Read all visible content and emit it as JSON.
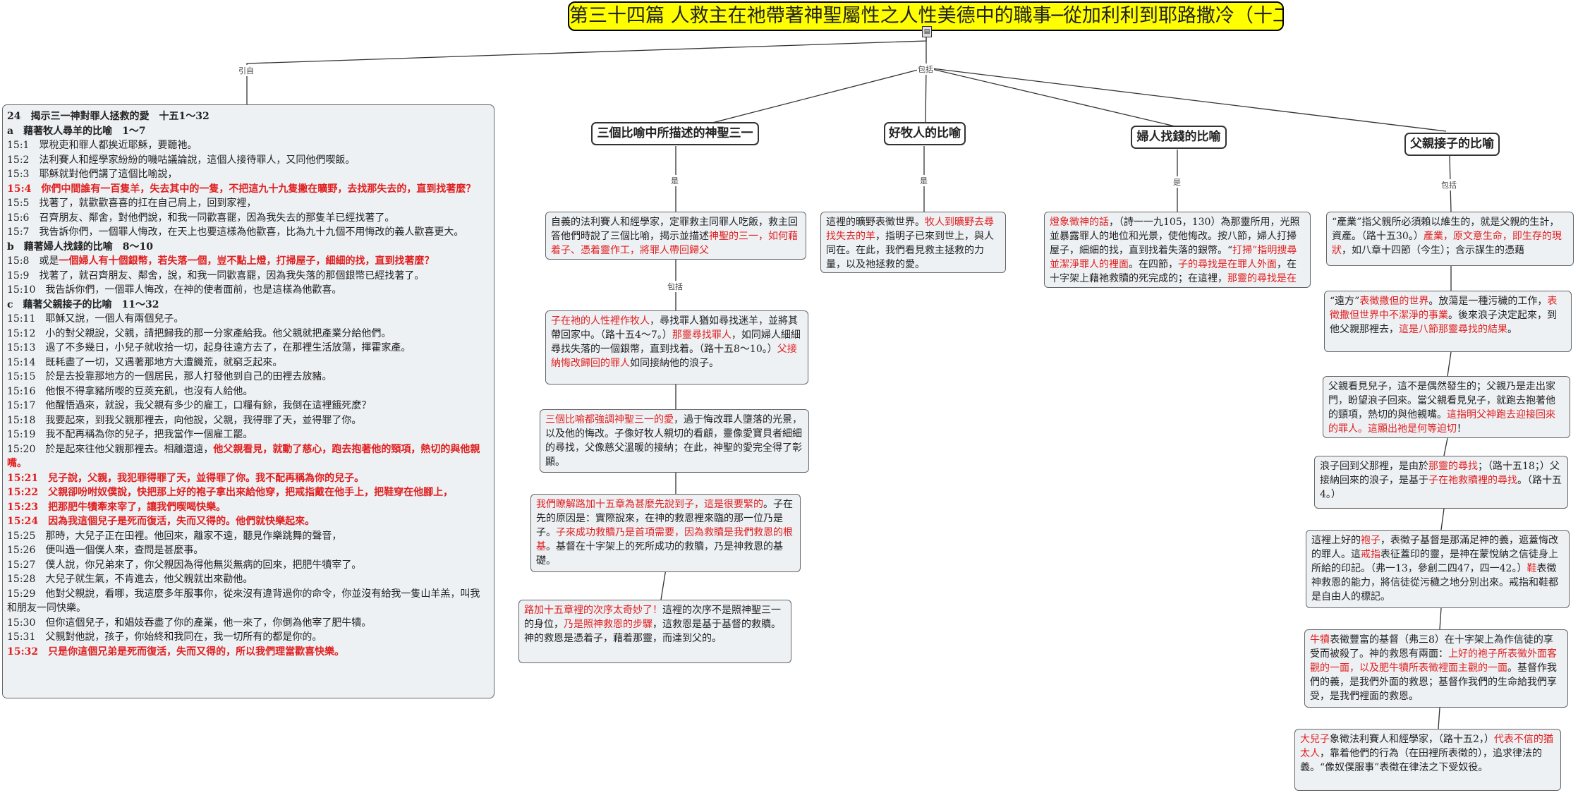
{
  "title": "第三十四篇 人救主在祂帶著神聖屬性之人性美德中的職事─從加利利到耶路撒冷（十二）",
  "labels": {
    "quote": "引自",
    "include": "包括",
    "is1": "是",
    "is2": "是",
    "is3": "是",
    "include2": "包括",
    "include3": "包括"
  },
  "categories": [
    "三個比喻中所描述的神聖三一",
    "好牧人的比喻",
    "婦人找錢的比喻",
    "父親接子的比喻"
  ],
  "scripture": {
    "heading": "24　揭示三一神對罪人拯救的愛　十五1～32",
    "lines": [
      {
        "t": "a　藉著牧人尋羊的比喻　1～7",
        "s": "b"
      },
      {
        "t": "15:1　眾稅吏和罪人都挨近耶穌，要聽祂。",
        "s": ""
      },
      {
        "t": "15:2　法利賽人和經學家紛紛的嘰咕議論說，這個人接待罪人，又同他們喫飯。",
        "s": ""
      },
      {
        "t": "15:3　耶穌就對他們講了這個比喻說，",
        "s": ""
      },
      {
        "t": "15:4　你們中間誰有一百隻羊，失去其中的一隻，不把這九十九隻撇在曠野，去找那失去的，直到找著麼？",
        "s": "rb"
      },
      {
        "t": "15:5　找著了，就歡歡喜喜的扛在自己肩上，回到家裡，",
        "s": ""
      },
      {
        "t": "15:6　召齊朋友、鄰舍，對他們說，和我一同歡喜罷，因為我失去的那隻羊已經找著了。",
        "s": ""
      },
      {
        "t": "15:7　我告訴你們，一個罪人悔改，在天上也要這樣為他歡喜，比為九十九個不用悔改的義人歡喜更大。",
        "s": ""
      },
      {
        "t": "b　藉著婦人找錢的比喻　8～10",
        "s": "b"
      },
      {
        "t": "15:8　或是一個婦人有十個銀幣，若失落一個，豈不點上燈，打掃屋子，細細的找，直到找著麼？",
        "s": "rbm"
      },
      {
        "t": "15:9　找著了，就召齊朋友、鄰舍，說，和我一同歡喜罷，因為我失落的那個銀幣已經找著了。",
        "s": ""
      },
      {
        "t": "15:10　我告訴你們，一個罪人悔改，在神的使者面前，也是這樣為他歡喜。",
        "s": ""
      },
      {
        "t": "c　藉著父親接子的比喻　11～32",
        "s": "b"
      },
      {
        "t": "15:11　耶穌又說，一個人有兩個兒子。",
        "s": ""
      },
      {
        "t": "15:12　小的對父親說，父親，請把歸我的那一分家產給我。他父親就把產業分給他們。",
        "s": ""
      },
      {
        "t": "15:13　過了不多幾日，小兒子就收拾一切，起身往遠方去了，在那裡生活放蕩，揮霍家產。",
        "s": ""
      },
      {
        "t": "15:14　既耗盡了一切，又遇著那地方大遭饑荒，就窮乏起來。",
        "s": ""
      },
      {
        "t": "15:15　於是去投靠那地方的一個居民，那人打發他到自己的田裡去放豬。",
        "s": ""
      },
      {
        "t": "15:16　他恨不得拿豬所喫的豆莢充飢，也沒有人給他。",
        "s": ""
      },
      {
        "t": "15:17　他醒悟過來，就說，我父親有多少的雇工，口糧有餘，我倒在這裡餓死麼？",
        "s": ""
      },
      {
        "t": "15:18　我要起來，到我父親那裡去，向他說，父親，我得罪了天，並得罪了你。",
        "s": ""
      },
      {
        "t": "15:19　我不配再稱為你的兒子，把我當作一個雇工罷。",
        "s": ""
      },
      {
        "t": "15:20　於是起來往他父親那裡去。相離還遠，他父親看見，就動了慈心，跑去抱著他的頸項，熱切的與他親嘴。",
        "s": "m20"
      },
      {
        "t": "15:21　兒子說，父親，我犯罪得罪了天，並得罪了你。我不配再稱為你的兒子。",
        "s": "rb"
      },
      {
        "t": "15:22　父親卻吩咐奴僕說，快把那上好的袍子拿出來給他穿，把戒指戴在他手上，把鞋穿在他腳上，",
        "s": "rb"
      },
      {
        "t": "15:23　把那肥牛犢牽來宰了，讓我們喫喝快樂。",
        "s": "rb"
      },
      {
        "t": "15:24　因為我這個兒子是死而復活，失而又得的。他們就快樂起來。",
        "s": "rb"
      },
      {
        "t": "15:25　那時，大兒子正在田裡。他回來，離家不遠，聽見作樂跳舞的聲音，",
        "s": ""
      },
      {
        "t": "15:26　便叫過一個僕人來，查問是甚麼事。",
        "s": ""
      },
      {
        "t": "15:27　僕人說，你兄弟來了，你父親因為得他無災無病的回來，把肥牛犢宰了。",
        "s": ""
      },
      {
        "t": "15:28　大兒子就生氣，不肯進去，他父親就出來勸他。",
        "s": ""
      },
      {
        "t": "15:29　他對父親說，看哪，我這麼多年服事你，從來沒有違背過你的命令，你並沒有給我一隻山羊羔，叫我和朋友一同快樂。",
        "s": ""
      },
      {
        "t": "15:30　但你這個兒子，和娼妓吞盡了你的產業，他一來了，你倒為他宰了肥牛犢。",
        "s": ""
      },
      {
        "t": "15:31　父親對他說，孩子，你始終和我同在，我一切所有的都是你的。",
        "s": ""
      },
      {
        "t": "15:32　只是你這個兄弟是死而復活，失而又得的，所以我們理當歡喜快樂。",
        "s": "rb"
      }
    ]
  },
  "trinity": {
    "intro": [
      {
        "t": "自義的法利賽人和經學家，定罪救主同罪人吃飯，救主回答他們時說了三個比喻，揭示並描述",
        "r": false
      },
      {
        "t": "神聖的三一，如何藉着子、憑着靈作工，將罪人帶回歸父",
        "r": true
      }
    ],
    "son": [
      {
        "t": "子在祂的人性裡作牧人",
        "r": true
      },
      {
        "t": "，尋找罪人猶如尋找迷羊，並將其帶回家中。（路十五4～7。）",
        "r": false
      },
      {
        "t": "那靈尋找罪人",
        "r": true
      },
      {
        "t": "，如同婦人細細尋找失落的一個銀幣，直到找着。（路十五8～10。）",
        "r": false
      },
      {
        "t": "父接納悔改歸回的罪人",
        "r": true
      },
      {
        "t": "如同接納他的浪子。",
        "r": false
      }
    ],
    "love": [
      {
        "t": "三個比喻都強調神聖三一的愛",
        "r": true
      },
      {
        "t": "，過于悔改罪人墮落的光景，以及他的悔改。子像好牧人親切的看顧，靈像愛寶貝者細細的尋找，父像慈父溫暖的接納；在此，神聖的愛完全得了彰顯。",
        "r": false
      }
    ],
    "order": [
      {
        "t": "我們瞭解路加十五章為甚麼先說到子，這是很要緊的",
        "r": true
      },
      {
        "t": "。子在先的原因是：實際說來，在神的救恩裡來臨的那一位乃是子。",
        "r": false
      },
      {
        "t": "子來成功救贖乃是首項需要，因為救贖是我們救恩的根基",
        "r": true
      },
      {
        "t": "。基督在十字架上的死所成功的救贖，乃是神救恩的基礎。",
        "r": false
      }
    ],
    "wonder": [
      {
        "t": "路加十五章裡的次序太奇妙了！",
        "r": true
      },
      {
        "t": "這裡的次序不是照神聖三一的身位，",
        "r": false
      },
      {
        "t": "乃是照神救恩的步驟",
        "r": true
      },
      {
        "t": "，這救恩是基于基督的救贖。神的救恩是憑着子，藉着那靈，而達到父的。",
        "r": false
      }
    ]
  },
  "shepherd": {
    "text": [
      {
        "t": "這裡的曠野表徵世界。",
        "r": false
      },
      {
        "t": "牧人到曠野去尋找失去的羊",
        "r": true
      },
      {
        "t": "，指明子已來到世上，與人同在。在此，我們看見救主拯救的力量，以及祂拯救的愛。",
        "r": false
      }
    ]
  },
  "woman": {
    "text": [
      {
        "t": "燈象徵神的話",
        "r": true
      },
      {
        "t": "，（詩一一九105，130）為那靈所用，光照並暴露罪人的地位和光景，使他悔改。按八節，婦人打掃屋子，細細的找，直到找着失落的銀幣。“",
        "r": false
      },
      {
        "t": "打掃”指明搜尋並潔淨罪人的裡面",
        "r": true
      },
      {
        "t": "。在四節，",
        "r": false
      },
      {
        "t": "子的尋找是在罪人外面",
        "r": true
      },
      {
        "t": "，在十字架上藉祂救贖的死完成的；在這裡，",
        "r": false
      },
      {
        "t": "那靈的尋找是在罪人裡面",
        "r": true
      },
      {
        "t": "，藉祂在悔改罪人裡面的工作執行的。",
        "r": false
      }
    ]
  },
  "father": {
    "b1": [
      {
        "t": "“產業”指父親所必須賴以維生的，就是父親的生計，資產。（路十五30。）",
        "r": false
      },
      {
        "t": "產業，原文意生命，即生存的現狀",
        "r": true
      },
      {
        "t": "，如八章十四節（今生）；含示謀生的憑藉",
        "r": false
      }
    ],
    "b2": [
      {
        "t": "“遠方”",
        "r": false
      },
      {
        "t": "表徵撒但的世界",
        "r": true
      },
      {
        "t": "。放蕩是一種污穢的工作，",
        "r": false
      },
      {
        "t": "表徵撒但世界中不潔淨的事業",
        "r": true
      },
      {
        "t": "。後來浪子決定起來，到他父親那裡去，",
        "r": false
      },
      {
        "t": "這是八節那靈尋找的結果",
        "r": true
      },
      {
        "t": "。",
        "r": false
      }
    ],
    "b3": [
      {
        "t": "父親看見兒子，這不是偶然發生的；父親乃是走出家門，盼望浪子回來。當父親看見兒子，就跑去抱著他的頸項，熱切的與他親嘴。",
        "r": false
      },
      {
        "t": "這指明父神跑去迎接回來的罪人。這顯出祂是何等迫切",
        "r": true
      },
      {
        "t": "！",
        "r": false
      }
    ],
    "b4": [
      {
        "t": "浪子回到父那裡，是由於",
        "r": false
      },
      {
        "t": "那靈的尋找",
        "r": true
      },
      {
        "t": "；（路十五18；）父接納回來的浪子，是基于",
        "r": false
      },
      {
        "t": "子在祂救贖裡的尋找",
        "r": true
      },
      {
        "t": "。（路十五4。）",
        "r": false
      }
    ],
    "b5": [
      {
        "t": "這裡上好的",
        "r": false
      },
      {
        "t": "袍子",
        "r": true
      },
      {
        "t": "，表徵子基督是那滿足神的義，遮蓋悔改的罪人。這",
        "r": false
      },
      {
        "t": "戒指",
        "r": true
      },
      {
        "t": "表征蓋印的靈，是神在蒙悅納之信徒身上所給的印記。（弗一13，參創二四47，四一42。）",
        "r": false
      },
      {
        "t": "鞋",
        "r": true
      },
      {
        "t": "表徵神救恩的能力，將信徒從污穢之地分別出來。戒指和鞋都是自由人的標記。",
        "r": false
      }
    ],
    "b6": [
      {
        "t": "牛犢",
        "r": true
      },
      {
        "t": "表徵豐富的基督（弗三8）在十字架上為作信徒的享受而被殺了。神的救恩有兩面：",
        "r": false
      },
      {
        "t": "上好的袍子所表徵外面客觀的一面，以及肥牛犢所表徵裡面主觀的一面",
        "r": true
      },
      {
        "t": "。基督作我們的義，是我們外面的救恩；基督作我們的生命給我們享受，是我們裡面的救恩。",
        "r": false
      }
    ],
    "b7": [
      {
        "t": "大兒子",
        "r": true
      },
      {
        "t": "象徵法利賽人和經學家，（路十五2，）",
        "r": false
      },
      {
        "t": "代表不信的猶太人",
        "r": true
      },
      {
        "t": "，靠着他們的行為（在田裡所表徵的），追求律法的義。“像奴僕服事”表徵在律法之下受奴役。",
        "r": false
      }
    ]
  },
  "colors": {
    "highlight": "#e02020",
    "title_bg": "#ffff00",
    "box_bg": "#eef1f4"
  }
}
